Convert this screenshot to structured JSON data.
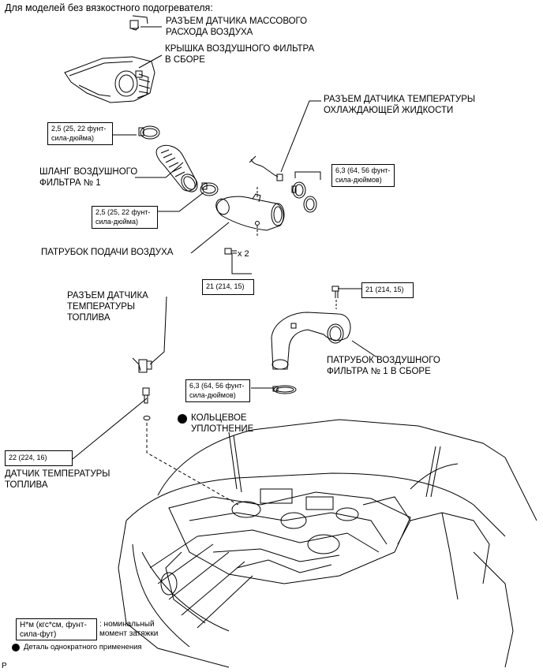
{
  "header": "Для моделей без вязкостного подогревателя:",
  "labels": {
    "maf_connector": "РАЗЪЕМ ДАТЧИКА МАССОВОГО\nРАСХОДА ВОЗДУХА",
    "air_cleaner_cap": "КРЫШКА ВОЗДУШНОГО ФИЛЬТРА\nВ СБОРЕ",
    "coolant_temp_connector": "РАЗЪЕМ ДАТЧИКА ТЕМПЕРАТУРЫ\nОХЛАЖДАЮЩЕЙ ЖИДКОСТИ",
    "air_cleaner_hose": "ШЛАНГ ВОЗДУШНОГО\nФИЛЬТРА № 1",
    "intake_pipe": "ПАТРУБОК ПОДАЧИ ВОЗДУХА",
    "fuel_temp_connector": "РАЗЪЕМ ДАТЧИКА\nТЕМПЕРАТУРЫ\nТОПЛИВА",
    "air_cleaner_pipe": "ПАТРУБОК ВОЗДУШНОГО\nФИЛЬТРА № 1 В СБОРЕ",
    "o_ring": "КОЛЬЦЕВОЕ\nУПЛОТНЕНИЕ",
    "fuel_temp_sensor": "ДАТЧИК ТЕМПЕРАТУРЫ\nТОПЛИВА",
    "bolt_count": "x 2"
  },
  "torque": {
    "clamp_top": "2,5 (25, 22 фунт-\nсила-дюйма)",
    "clamp_mid": "2,5 (25, 22 фунт-\nсила-дюйма)",
    "clamp_right": "6,3 (64, 56 фунт-\nсила-дюймов)",
    "bolt_intake": "21 (214, 15)",
    "bolt_pipe": "21 (214, 15)",
    "clamp_pipe": "6,3 (64, 56 фунт-\nсила-дюймов)",
    "fuel_sensor": "22 (224, 16)"
  },
  "legend": {
    "unit_box": "Н*м (кгс*см, фунт-\nсила-фут)",
    "unit_desc": ": номинальный\nмомент затяжки",
    "non_reusable": "Деталь однократного применения"
  },
  "corner_mark": "P"
}
